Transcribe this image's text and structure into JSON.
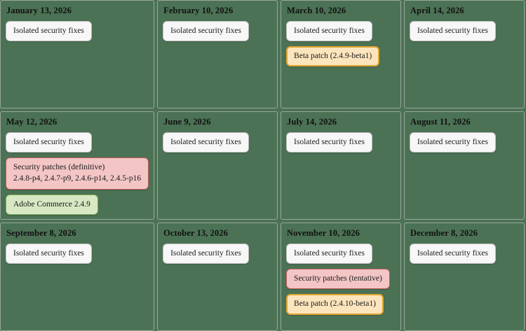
{
  "view": {
    "type": "release-calendar",
    "background_color": "#4b7254",
    "columns": 4,
    "rows": 3
  },
  "legend_colors": {
    "isolated": "#f7f7f7",
    "beta": "#fce4bd",
    "security": "#f3c5c5",
    "release": "#d7e8c3"
  },
  "months": [
    {
      "date": "January 13, 2026",
      "badges": [
        {
          "kind": "isolated",
          "lines": [
            "Isolated security fixes"
          ]
        }
      ]
    },
    {
      "date": "February 10, 2026",
      "badges": [
        {
          "kind": "isolated",
          "lines": [
            "Isolated security fixes"
          ]
        }
      ]
    },
    {
      "date": "March 10, 2026",
      "badges": [
        {
          "kind": "isolated",
          "lines": [
            "Isolated security fixes"
          ]
        },
        {
          "kind": "beta",
          "lines": [
            "Beta patch (2.4.9-beta1)"
          ]
        }
      ]
    },
    {
      "date": "April 14, 2026",
      "badges": [
        {
          "kind": "isolated",
          "lines": [
            "Isolated security fixes"
          ]
        }
      ]
    },
    {
      "date": "May 12, 2026",
      "badges": [
        {
          "kind": "isolated",
          "lines": [
            "Isolated security fixes"
          ]
        },
        {
          "kind": "security-definitive",
          "lines": [
            "Security patches (definitive)",
            "2.4.8-p4, 2.4.7-p9, 2.4.6-p14, 2.4.5-p16"
          ]
        },
        {
          "kind": "release",
          "lines": [
            "Adobe Commerce 2.4.9"
          ]
        }
      ]
    },
    {
      "date": "June 9, 2026",
      "badges": [
        {
          "kind": "isolated",
          "lines": [
            "Isolated security fixes"
          ]
        }
      ]
    },
    {
      "date": "July 14, 2026",
      "badges": [
        {
          "kind": "isolated",
          "lines": [
            "Isolated security fixes"
          ]
        }
      ]
    },
    {
      "date": "August 11, 2026",
      "badges": [
        {
          "kind": "isolated",
          "lines": [
            "Isolated security fixes"
          ]
        }
      ]
    },
    {
      "date": "September 8, 2026",
      "badges": [
        {
          "kind": "isolated",
          "lines": [
            "Isolated security fixes"
          ]
        }
      ]
    },
    {
      "date": "October 13, 2026",
      "badges": [
        {
          "kind": "isolated",
          "lines": [
            "Isolated security fixes"
          ]
        }
      ]
    },
    {
      "date": "November 10, 2026",
      "badges": [
        {
          "kind": "isolated",
          "lines": [
            "Isolated security fixes"
          ]
        },
        {
          "kind": "security-tentative",
          "lines": [
            "Security patches (tentative)"
          ]
        },
        {
          "kind": "beta",
          "lines": [
            "Beta patch (2.4.10-beta1)"
          ]
        }
      ]
    },
    {
      "date": "December 8, 2026",
      "badges": [
        {
          "kind": "isolated",
          "lines": [
            "Isolated security fixes"
          ]
        }
      ]
    }
  ]
}
